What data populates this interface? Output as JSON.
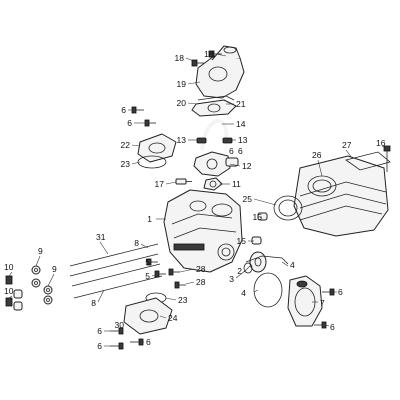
{
  "parts": [
    {
      "id": "p1",
      "label": "1"
    },
    {
      "id": "p2",
      "label": "2"
    },
    {
      "id": "p3",
      "label": "3"
    },
    {
      "id": "p4a",
      "label": "4"
    },
    {
      "id": "p4b",
      "label": "4"
    },
    {
      "id": "p5a",
      "label": "5"
    },
    {
      "id": "p5b",
      "label": "5"
    },
    {
      "id": "p6a",
      "label": "6"
    },
    {
      "id": "p6b",
      "label": "6"
    },
    {
      "id": "p6c",
      "label": "6"
    },
    {
      "id": "p6d",
      "label": "6"
    },
    {
      "id": "p6e",
      "label": "6"
    },
    {
      "id": "p6f",
      "label": "6"
    },
    {
      "id": "p6g",
      "label": "6"
    },
    {
      "id": "p6h",
      "label": "6"
    },
    {
      "id": "p6i",
      "label": "6"
    },
    {
      "id": "p7",
      "label": "7"
    },
    {
      "id": "p8a",
      "label": "8"
    },
    {
      "id": "p8b",
      "label": "8"
    },
    {
      "id": "p9a",
      "label": "9"
    },
    {
      "id": "p9b",
      "label": "9"
    },
    {
      "id": "p10a",
      "label": "10"
    },
    {
      "id": "p10b",
      "label": "10"
    },
    {
      "id": "p11",
      "label": "11"
    },
    {
      "id": "p12",
      "label": "12"
    },
    {
      "id": "p13a",
      "label": "13"
    },
    {
      "id": "p13b",
      "label": "13"
    },
    {
      "id": "p14",
      "label": "14"
    },
    {
      "id": "p15a",
      "label": "15"
    },
    {
      "id": "p15b",
      "label": "15"
    },
    {
      "id": "p16",
      "label": "16"
    },
    {
      "id": "p17",
      "label": "17"
    },
    {
      "id": "p18a",
      "label": "18"
    },
    {
      "id": "p18b",
      "label": "18"
    },
    {
      "id": "p19",
      "label": "19"
    },
    {
      "id": "p20",
      "label": "20"
    },
    {
      "id": "p21",
      "label": "21"
    },
    {
      "id": "p22",
      "label": "22"
    },
    {
      "id": "p23a",
      "label": "23"
    },
    {
      "id": "p23b",
      "label": "23"
    },
    {
      "id": "p24",
      "label": "24"
    },
    {
      "id": "p25",
      "label": "25"
    },
    {
      "id": "p26",
      "label": "26"
    },
    {
      "id": "p27",
      "label": "27"
    },
    {
      "id": "p28a",
      "label": "28"
    },
    {
      "id": "p28b",
      "label": "28"
    },
    {
      "id": "p30",
      "label": "30"
    },
    {
      "id": "p31",
      "label": "31"
    }
  ]
}
